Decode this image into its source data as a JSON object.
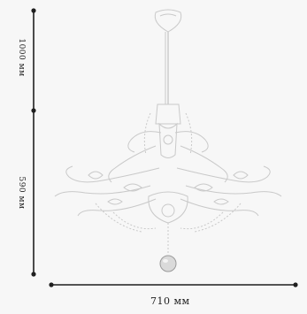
{
  "dimensions": {
    "height_total": "1000 мм",
    "height_body": "590 мм",
    "width": "710 мм"
  },
  "colors": {
    "line": "#1f1f1f",
    "drawing": "#c9c9c9",
    "background": "#f7f7f7",
    "crystal": "#dadada"
  }
}
